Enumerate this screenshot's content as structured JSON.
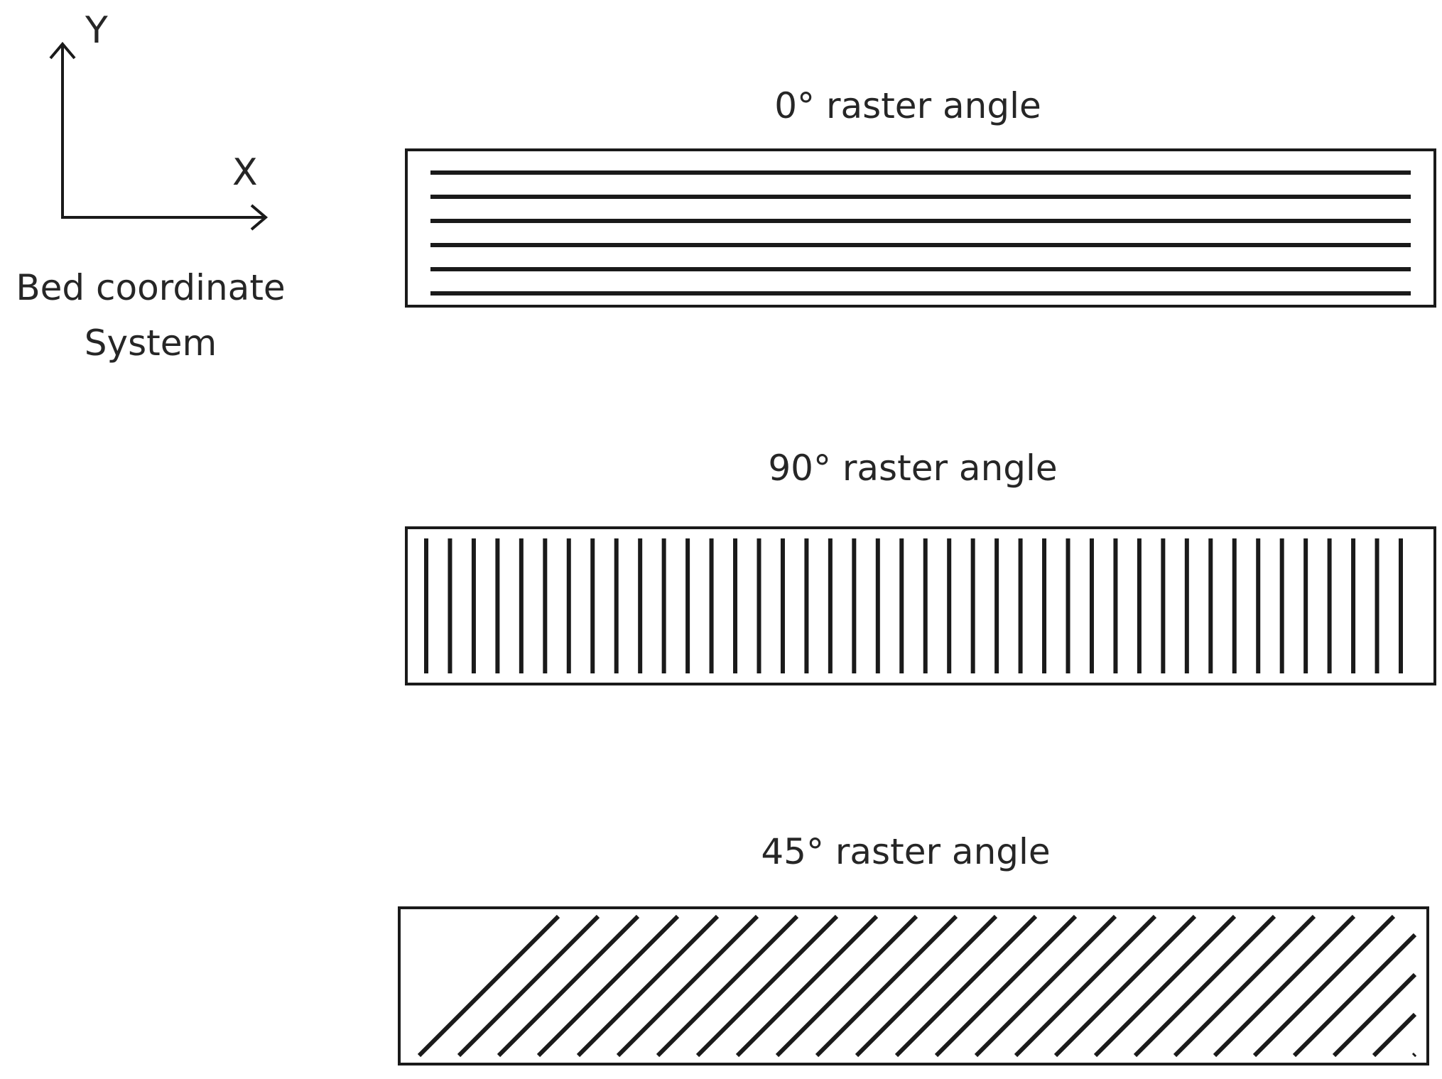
{
  "coordinate_system": {
    "y_label": "Y",
    "x_label": "X",
    "caption_line1": "Bed coordinate",
    "caption_line2": "System"
  },
  "patterns": [
    {
      "title": "0° raster angle",
      "angle_deg": 0,
      "line_count": 6
    },
    {
      "title": "90° raster angle",
      "angle_deg": 90,
      "line_count": 42
    },
    {
      "title": "45° raster angle",
      "angle_deg": 45,
      "line_count": 26
    }
  ]
}
